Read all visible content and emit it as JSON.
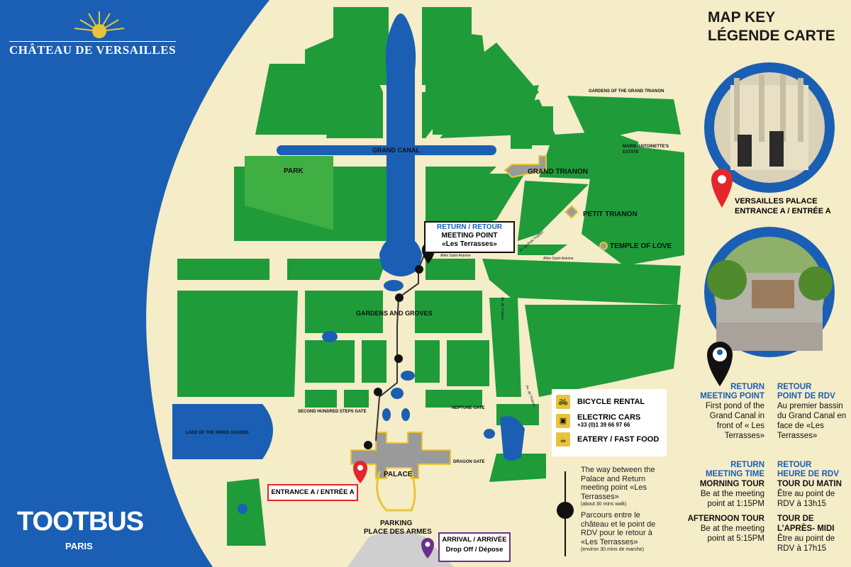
{
  "brand": {
    "name": "CHÂTEAU DE VERSAILLES",
    "bus_logo": "TOOTBUS",
    "bus_city": "PARIS"
  },
  "map": {
    "labels": {
      "grand_canal": "GRAND CANAL",
      "park": "PARK",
      "grand_trianon": "GRAND TRIANON",
      "gardens_grand_trianon": "GARDENS OF THE GRAND TRIANON",
      "ma_estate": "MARIE-ANTOINETTE'S ESTATE",
      "petit_trianon": "PETIT TRIANON",
      "temple_of_love": "TEMPLE OF LOVE",
      "gardens_groves": "GARDENS AND GROVES",
      "second_steps_gate": "SECOND HUNDRED STEPS GATE",
      "neptune_gate": "NEPTUNE GATE",
      "dragon_gate": "DRAGON GATE",
      "lake_swiss": "LAKE OF THE SWISS GUARDS",
      "palace": "PALACE",
      "parking": "PARKING",
      "place_armes": "PLACE DES ARMES",
      "allee_st_antoine_1": "Allée Saint-Antoine",
      "allee_st_antoine_2": "Allée Saint-Antoine",
      "av_petit_trianon": "Av. du Petit Trianon",
      "av_trianon_1": "Av. de Trianon",
      "av_trianon_2": "Av. de Trianon"
    },
    "return_box": {
      "line1": "RETURN / RETOUR",
      "line2": "MEETING POINT",
      "line3": "«Les Terrasses»"
    },
    "entrance_box": "ENTRANCE A / ENTRÉE A",
    "arrival_box": {
      "line1": "ARRIVAL / ARRIVÉE",
      "line2": "Drop Off / Dépose"
    },
    "legend": {
      "bicycle": "BICYCLE RENTAL",
      "electric": "ELECTRIC CARS",
      "electric_phone": "+33 (0)1 39 66 97 66",
      "eatery": "EATERY / FAST FOOD"
    },
    "path_note": {
      "en": "The way between the Palace and Return meeting point «Les Terrasses»",
      "en_small": "(about 30 mins walk)",
      "fr": "Parcours entre le château et le point de RDV pour le retour à «Les Terrasses»",
      "fr_small": "(environ 30 mins de marche)"
    }
  },
  "key": {
    "title1": "MAP KEY",
    "title2": "LÉGENDE CARTE",
    "entrance_label1": "VERSAILLES PALACE",
    "entrance_label2": "ENTRANCE A / ENTRÉE A",
    "return_en_h1": "RETURN",
    "return_en_h2": "MEETING POINT",
    "return_en_body": "First pond of the Grand Canal in front of « Les Terrasses»",
    "return_fr_h1": "RETOUR",
    "return_fr_h2": "POINT DE RDV",
    "return_fr_body": "Au premier bassin du Grand Canal en face de «Les Terrasses»",
    "time_en_h1": "RETURN",
    "time_en_h2": "MEETING TIME",
    "time_fr_h1": "RETOUR",
    "time_fr_h2": "HEURE DE RDV",
    "morning_en_h": "MORNING TOUR",
    "morning_en_body": "Be at the meeting point at 1:15PM",
    "morning_fr_h": "TOUR DU MATIN",
    "morning_fr_body": "Être au point de RDV à 13h15",
    "afternoon_en_h": "AFTERNOON TOUR",
    "afternoon_en_body": "Be at the meeting point at 5:15PM",
    "afternoon_fr_h": "TOUR DE L’APRÈS- MIDI",
    "afternoon_fr_body": "Être au point de RDV à 17h15"
  },
  "colors": {
    "blue": "#1a5fb4",
    "green": "#1f9b3a",
    "cream": "#f5ecc8",
    "path": "#333333",
    "red": "#e3262b",
    "purple": "#6b2f8f",
    "yellow": "#e8c43a"
  }
}
